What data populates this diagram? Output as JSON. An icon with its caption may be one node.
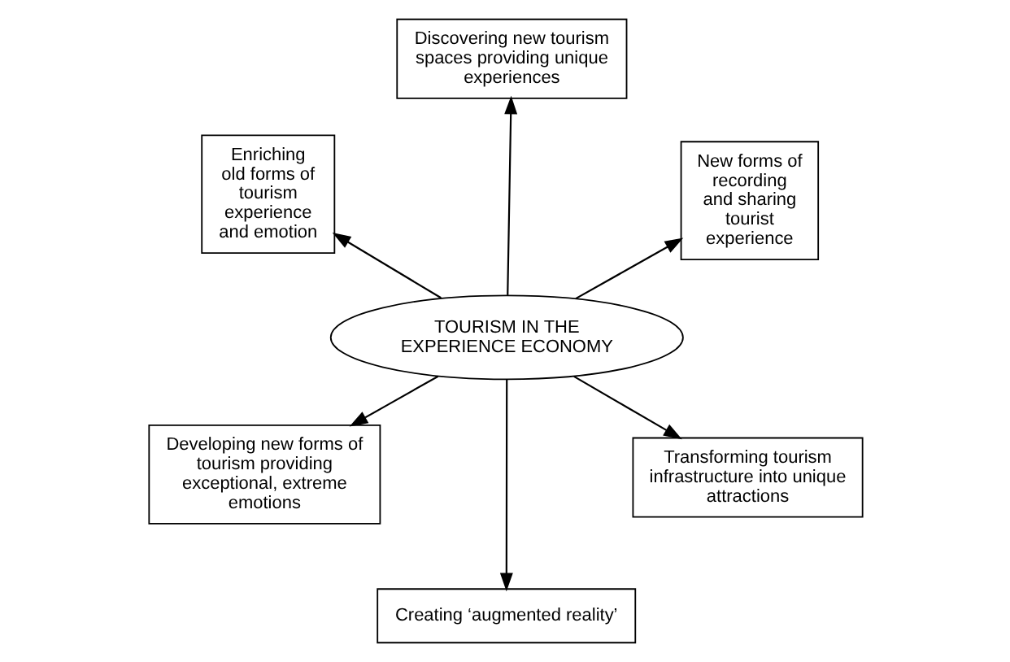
{
  "diagram": {
    "nodes": [
      {
        "text": [
          "TOURISM IN THE EXPERIENCE ECONOMY"
        ]
      },
      {
        "text": [
          "Transforming tourism infrastructure into unique attractions"
        ]
      },
      {
        "text": [
          "Creating ‘augmented reality’"
        ]
      },
      {
        "text": [
          "Enriching old forms of tourism experience and emotion"
        ]
      },
      {
        "text": [
          "New forms of recording and sharing tourist experience"
        ]
      },
      {
        "text": [
          "Discovering new tourism spaces providing unique experiences"
        ]
      },
      {
        "text": [
          "Developing new forms of tourism providing exceptional, extreme emotions"
        ]
      }
    ],
    "edges": [
      {
        "from": 0,
        "to": 1,
        "arrow": "to"
      },
      {
        "from": 0,
        "to": 2,
        "arrow": "to"
      },
      {
        "from": 0,
        "to": 3,
        "arrow": "to"
      },
      {
        "from": 0,
        "to": 4,
        "arrow": "to"
      },
      {
        "from": 0,
        "to": 5,
        "arrow": "to"
      },
      {
        "from": 0,
        "to": 6,
        "arrow": "to"
      }
    ]
  }
}
